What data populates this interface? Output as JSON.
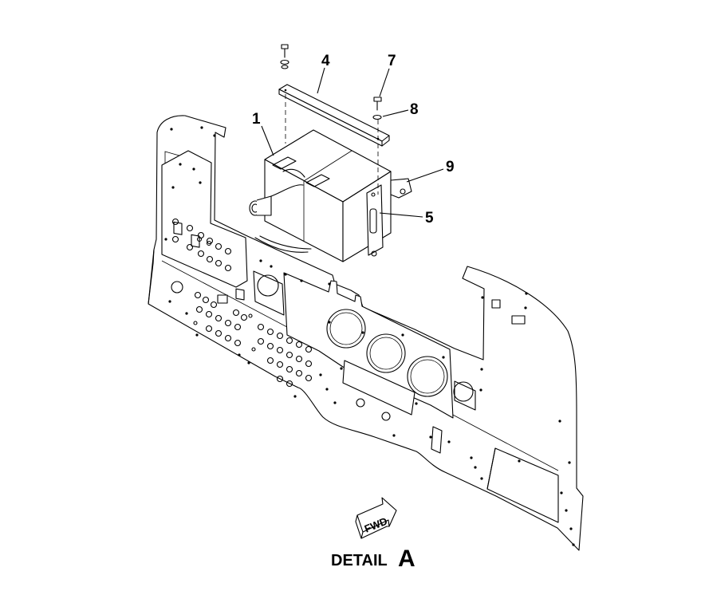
{
  "callouts": [
    {
      "id": "1",
      "label": "1"
    },
    {
      "id": "4",
      "label": "4"
    },
    {
      "id": "5",
      "label": "5"
    },
    {
      "id": "7",
      "label": "7"
    },
    {
      "id": "8",
      "label": "8"
    },
    {
      "id": "9",
      "label": "9"
    }
  ],
  "direction_arrow": {
    "label": "FWD"
  },
  "detail": {
    "word": "DETAIL",
    "letter": "A"
  }
}
